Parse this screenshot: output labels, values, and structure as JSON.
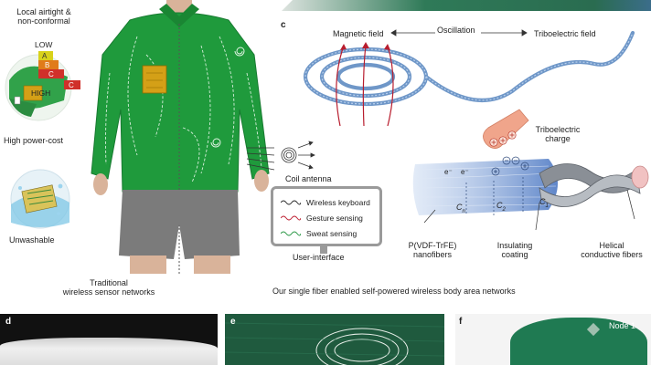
{
  "left_panel": {
    "top_title_line1": "Local airtight &",
    "top_title_line2": "non-conformal",
    "levels": [
      "LOW",
      "A",
      "B",
      "C",
      "C",
      "HIGH"
    ],
    "high_power_cost": "High power-cost",
    "unwashable": "Unwashable",
    "traditional_line1": "Traditional",
    "traditional_line2": "wireless sensor networks"
  },
  "center_panel": {
    "coil_antenna": "Coil antenna",
    "legend": [
      {
        "label": "Wireless keyboard",
        "color": "#333333"
      },
      {
        "label": "Gesture sensing",
        "color": "#c0283a"
      },
      {
        "label": "Sweat sensing",
        "color": "#2f9a4a"
      }
    ],
    "user_interface": "User-interface"
  },
  "panel_c": {
    "letter": "c",
    "magnetic_field": "Magnetic field",
    "oscillation": "Oscillation",
    "triboelectric_field": "Triboelectric field",
    "triboelectric_charge_line1": "Triboelectric",
    "triboelectric_charge_line2": "charge",
    "c_labels": [
      "C",
      "C",
      "C"
    ],
    "c_subscripts": [
      "n",
      "2",
      "1"
    ],
    "electron": "e⁻",
    "nanofibers_line1": "P(VDF-TrFE)",
    "nanofibers_line2": "nanofibers",
    "insulating_line1": "Insulating",
    "insulating_line2": "coating",
    "helical_line1": "Helical",
    "helical_line2": "conductive fibers"
  },
  "caption": "Our single fiber enabled self-powered wireless body area networks",
  "bottom_panels": {
    "d": "d",
    "e": "e",
    "f": "f",
    "node_label": "Node 1"
  },
  "colors": {
    "shirt_green": "#1f9a3c",
    "pants_gray": "#7b7b7b",
    "chip_gold": "#d4a017",
    "photo_green": "#1f5a3e"
  }
}
